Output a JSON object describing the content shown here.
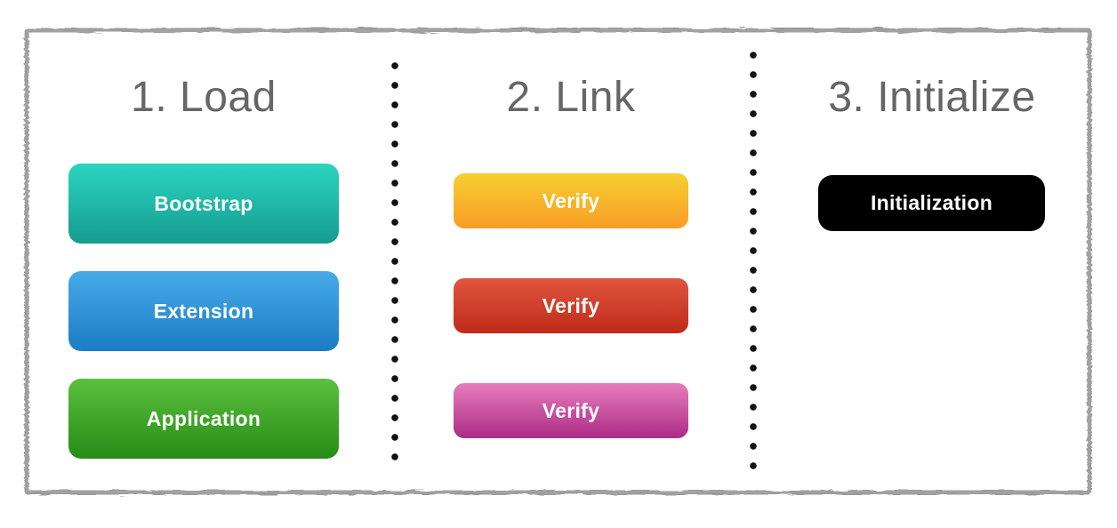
{
  "diagram": {
    "frame": {
      "border_color": "#9b9b9b",
      "background_color": "#ffffff"
    },
    "separator": {
      "dot_color": "#111111",
      "style": "vertical-dotted"
    },
    "heading_color": "#666666",
    "sections": [
      {
        "title": "1. Load",
        "buttons": [
          {
            "label": "Bootstrap",
            "color_top": "#2bd4c0",
            "color_bottom": "#169c90",
            "text_color": "#ffffff"
          },
          {
            "label": "Extension",
            "color_top": "#47abe8",
            "color_bottom": "#1a7dc5",
            "text_color": "#ffffff"
          },
          {
            "label": "Application",
            "color_top": "#5bc03c",
            "color_bottom": "#268c17",
            "text_color": "#ffffff"
          }
        ]
      },
      {
        "title": "2. Link",
        "buttons": [
          {
            "label": "Verify",
            "color_top": "#f6cf32",
            "color_bottom": "#f89d25",
            "text_color": "#ffffff"
          },
          {
            "label": "Verify",
            "color_top": "#e0563f",
            "color_bottom": "#bf2a19",
            "text_color": "#ffffff"
          },
          {
            "label": "Verify",
            "color_top": "#e77cbd",
            "color_bottom": "#ab2c86",
            "text_color": "#ffffff"
          }
        ]
      },
      {
        "title": "3. Initialize",
        "buttons": [
          {
            "label": "Initialization",
            "color_top": "#000000",
            "color_bottom": "#000000",
            "text_color": "#ffffff"
          }
        ]
      }
    ]
  }
}
